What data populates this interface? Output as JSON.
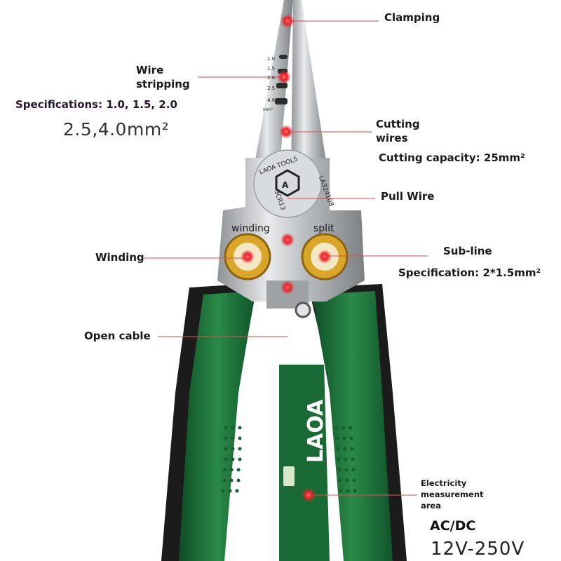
{
  "labels": {
    "clamping": "Clamping",
    "wire_stripping_line1": "Wire",
    "wire_stripping_line2": "stripping",
    "stripping_specs": "Specifications: 1.0, 1.5, 2.0",
    "stripping_specs_2": "2.5,4.0mm²",
    "cutting_line1": "Cutting",
    "cutting_line2": "wires",
    "cutting_capacity": "Cutting capacity: 25mm²",
    "pull_wire": "Pull Wire",
    "winding": "Winding",
    "sub_line": "Sub-line",
    "sub_line_spec": "Specification: 2*1.5mm²",
    "open_cable": "Open cable",
    "measurement_line1": "Electricity",
    "measurement_line2": "measurement",
    "measurement_line3": "area",
    "acdc": "AC/DC",
    "voltage": "12V-250V"
  },
  "tool_markings": {
    "brand_plate": "LAOA TOOLS",
    "model": "LA324108",
    "material": "3CR13",
    "hole_left": "winding",
    "hole_right": "split",
    "handle_brand": "LAOA",
    "gauge_marks": [
      "1.0",
      "1.5",
      "2.0",
      "2.5",
      "4.0",
      "mm²"
    ]
  },
  "colors": {
    "handle_green": "#1f7a3e",
    "handle_black": "#1b1b1b",
    "steel": "#c9ccce",
    "hotspot": "#e6232b",
    "ring_gold": "#d9a62a"
  }
}
